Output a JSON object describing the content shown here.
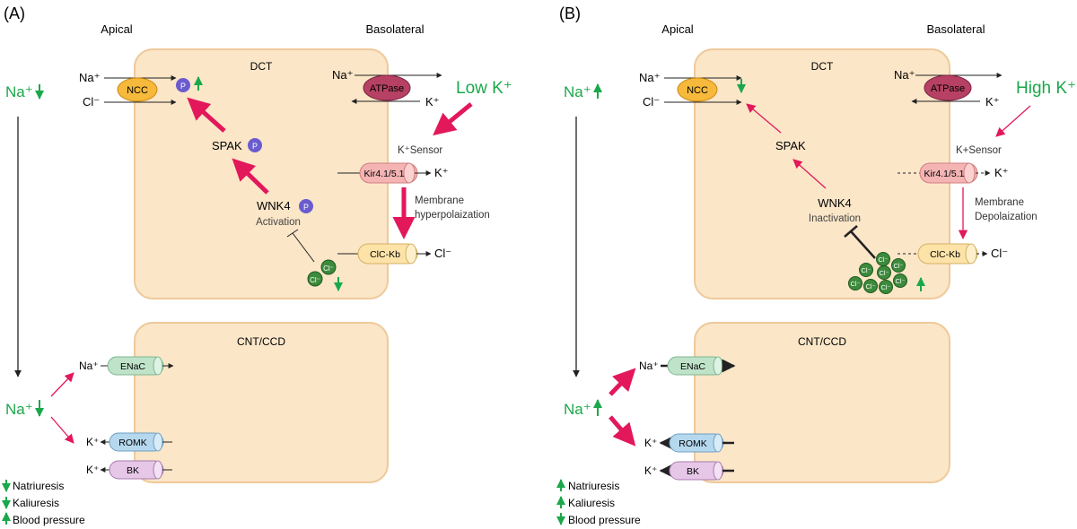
{
  "colors": {
    "cell_fill": "#fbe6c8",
    "cell_stroke": "#efc99a",
    "magenta": "#e2185b",
    "green": "#1aa84a",
    "purple": "#6a5ccf",
    "cl_ion": "#3c8a3c",
    "ncc": "#f6b93b",
    "atpase": "#b64164",
    "kir": "#f4b4b4",
    "clc": "#fde3a8",
    "enac": "#bfe3c9",
    "romk": "#b5d8ee",
    "bk": "#e6c7e8"
  },
  "panelA": {
    "label": "(A)",
    "apical": "Apical",
    "basolateral": "Basolateral",
    "dct": "DCT",
    "cnt": "CNT/CCD",
    "na_side": "Na⁺",
    "na_dct": "Na⁺",
    "cl_dct": "Cl⁻",
    "ncc": "NCC",
    "p": "P",
    "spak": "SPAK",
    "wnk4": "WNK4",
    "wnk4_state": "Activation",
    "na_baso": "Na⁺",
    "atpase": "ATPase",
    "k_baso": "K⁺",
    "k_stim": "Low K⁺",
    "k_sensor": "K⁺Sensor",
    "kir": "Kir4.1/5.1",
    "k_out": "K⁺",
    "membrane_1": "Membrane",
    "membrane_2": "hyperpolaization",
    "clc": "ClC-Kb",
    "cl_out": "Cl⁻",
    "cl_ion": "Cl⁻",
    "na_cnt": "Na⁺",
    "enac": "ENaC",
    "k_romk": "K⁺",
    "romk": "ROMK",
    "k_bk": "K⁺",
    "bk": "BK",
    "outcomes": [
      "Natriuresis",
      "Kaliuresis",
      "Blood pressure"
    ]
  },
  "panelB": {
    "label": "(B)",
    "apical": "Apical",
    "basolateral": "Basolateral",
    "dct": "DCT",
    "cnt": "CNT/CCD",
    "na_side": "Na⁺",
    "na_dct": "Na⁺",
    "cl_dct": "Cl⁻",
    "ncc": "NCC",
    "spak": "SPAK",
    "wnk4": "WNK4",
    "wnk4_state": "Inactivation",
    "na_baso": "Na⁺",
    "atpase": "ATPase",
    "k_baso": "K⁺",
    "k_stim": "High K⁺",
    "k_sensor": "K+Sensor",
    "kir": "Kir4.1/5.1",
    "k_out": "K⁺",
    "membrane_1": "Membrane",
    "membrane_2": "Depolaization",
    "clc": "ClC-Kb",
    "cl_out": "Cl⁻",
    "cl_ion": "Cl⁻",
    "na_cnt": "Na⁺",
    "enac": "ENaC",
    "k_romk": "K⁺",
    "romk": "ROMK",
    "k_bk": "K⁺",
    "bk": "BK",
    "outcomes": [
      "Natriuresis",
      "Kaliuresis",
      "Blood pressure"
    ]
  }
}
